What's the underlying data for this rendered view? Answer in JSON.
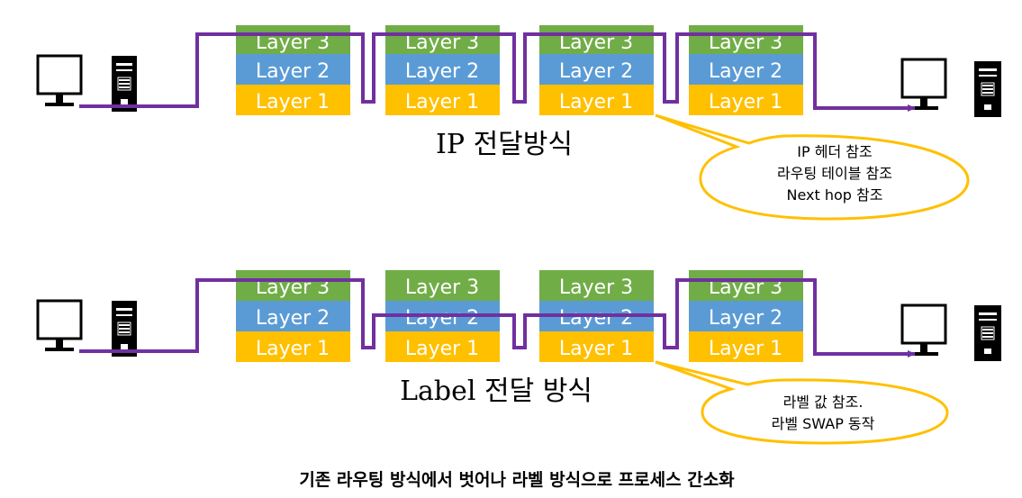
{
  "colors": {
    "layer3": "#70AD47",
    "layer2": "#5B9BD5",
    "layer1": "#FFC000",
    "path": "#7030A0",
    "callout": "#FFC000",
    "text_on_layer": "#ffffff"
  },
  "layers": [
    "Layer 3",
    "Layer 2",
    "Layer 1"
  ],
  "ip_section": {
    "title": "IP 전달방식",
    "callout_lines": [
      "IP 헤더 참조",
      "라우팅 테이블 참조",
      "Next hop 참조"
    ]
  },
  "label_section": {
    "title": "Label 전달 방식",
    "callout_lines": [
      "라벨 값 참조.",
      "라벨 SWAP 동작"
    ]
  },
  "footer": "기존 라우팅 방식에서 벗어나 라벨 방식으로 프로세스 간소화",
  "icons": [
    "computer-icon"
  ]
}
